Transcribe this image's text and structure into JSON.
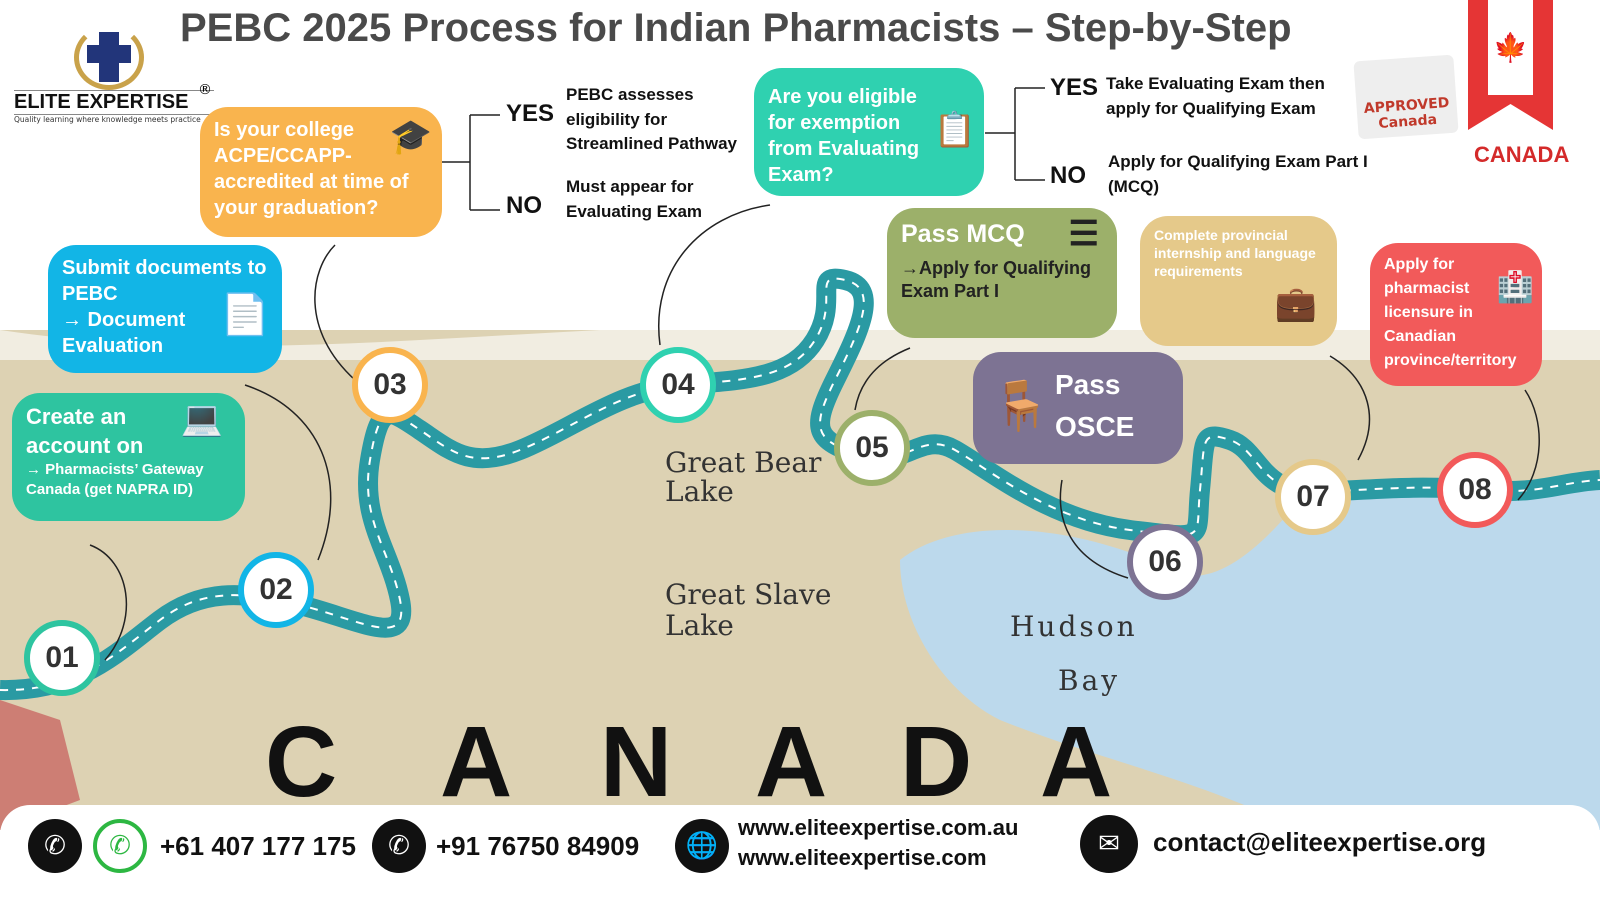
{
  "title": "PEBC 2025 Process for Indian Pharmacists – Step-by-Step",
  "logo": {
    "name": "ELITE EXPERTISE",
    "registered": "®",
    "tagline": "Quality learning where knowledge meets practice"
  },
  "flag_label": "CANADA",
  "stamp_text": "APPROVED Canada",
  "map_labels": {
    "country": [
      "C",
      "A",
      "N",
      "A",
      "D",
      "A"
    ],
    "great_bear": "Great Bear Lake",
    "great_slave": "Great Slave Lake",
    "hudson": "Hudson",
    "bay": "Bay"
  },
  "steps": [
    {
      "num": "01",
      "color": "#2ec4a0",
      "text_a": "Create an account on",
      "text_b": "→ Pharmacists’ Gateway Canada (get NAPRA ID)",
      "icon": "laptop-icon"
    },
    {
      "num": "02",
      "color": "#12b5e6",
      "text_a": "Submit documents to PEBC",
      "text_b": "→ Document Evaluation",
      "icon": "document-check-icon"
    },
    {
      "num": "03",
      "color": "#f9b44e",
      "text_a": "Is your college ACPE/CCAPP-accredited at time of your graduation?",
      "icon": "graduation-cap-icon"
    },
    {
      "num": "04",
      "color": "#2fd1b0",
      "text_a": "Are you eligible for exemption from Evaluating Exam?",
      "icon": "exam-document-icon"
    },
    {
      "num": "05",
      "color": "#9cb06a",
      "text_a": "Pass MCQ",
      "text_b": "→Apply for Qualifying Exam Part I",
      "icon": "checklist-icon"
    },
    {
      "num": "06",
      "color": "#7d7393",
      "text_a": "Pass OSCE",
      "icon": "student-desk-icon"
    },
    {
      "num": "07",
      "color": "#e5c98a",
      "text_a": "Complete provincial internship and language requirements",
      "icon": "briefcase-hand-icon"
    },
    {
      "num": "08",
      "color": "#f25a5a",
      "text_a": "Apply for pharmacist licensure in Canadian province/territory",
      "icon": "pharmacy-icon"
    }
  ],
  "branch1": {
    "yes": "YES",
    "yes_text": "PEBC assesses eligibility for Streamlined Pathway",
    "no": "NO",
    "no_text": "Must  appear for Evaluating Exam"
  },
  "branch2": {
    "yes": "YES",
    "yes_text": "Take Evaluating Exam then apply for Qualifying Exam",
    "no": "NO",
    "no_text": "Apply for Qualifying Exam Part I (MCQ)"
  },
  "footer": {
    "phone1": "+61 407 177 175",
    "phone2": "+91 76750 84909",
    "web1": "www.eliteexpertise.com.au",
    "web2": "www.eliteexpertise.com",
    "email": "contact@eliteexpertise.org"
  }
}
